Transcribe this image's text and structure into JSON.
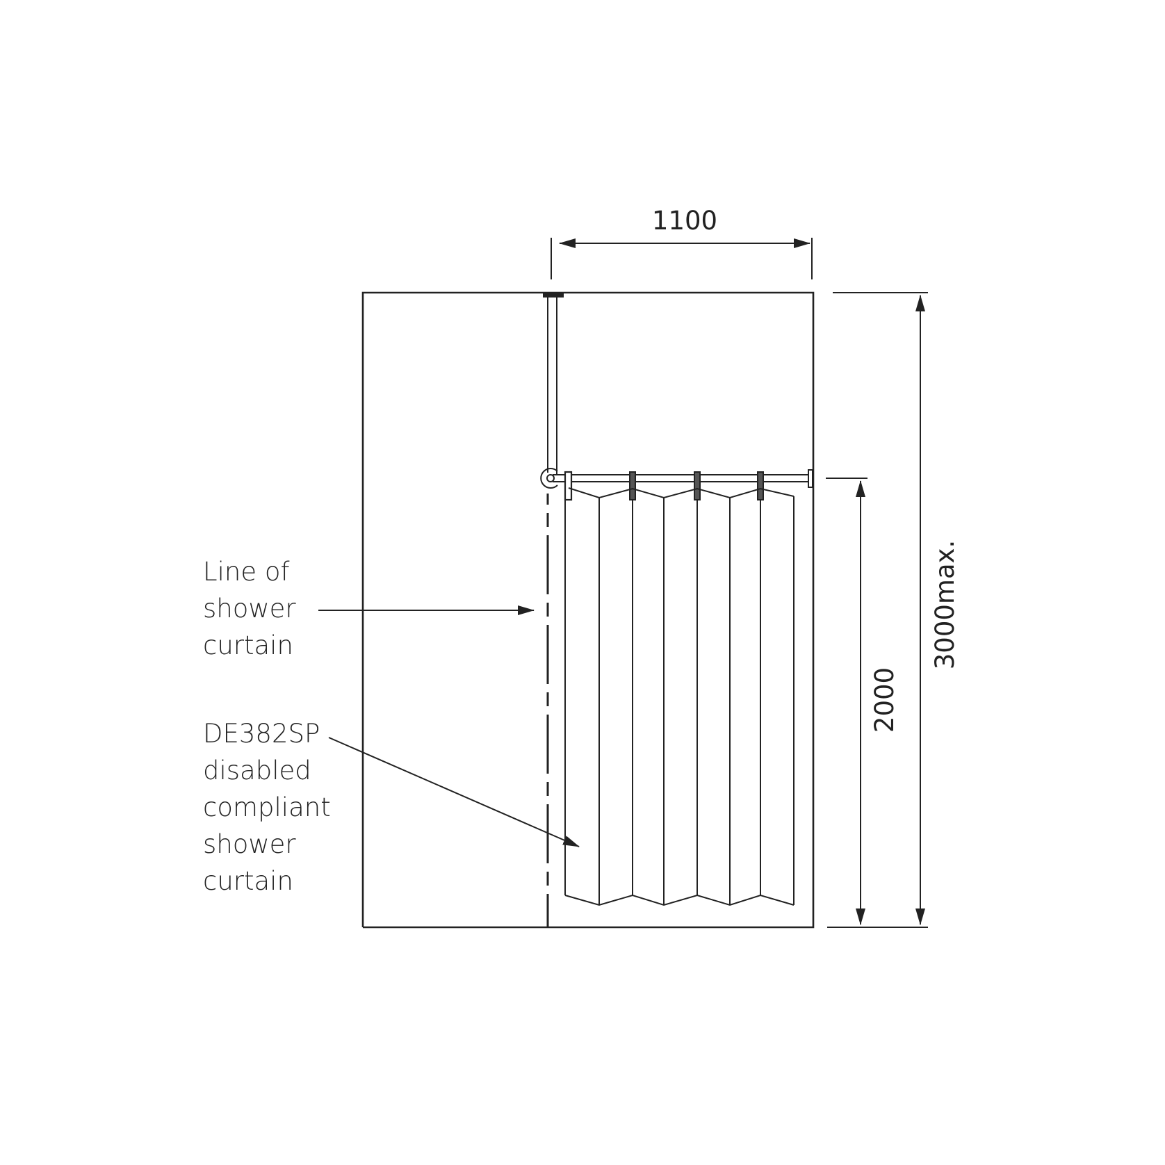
{
  "diagram": {
    "type": "elevation-drawing",
    "subject": "shower curtain rail installation",
    "dimensions": {
      "width": {
        "value": "1100",
        "orientation": "horizontal"
      },
      "curtain_height": {
        "value": "2000",
        "orientation": "vertical"
      },
      "ceiling_height": {
        "value": "3000max.",
        "orientation": "vertical"
      }
    },
    "annotations": [
      {
        "id": "curtain-line",
        "lines": [
          "Line of",
          "shower",
          "curtain"
        ]
      },
      {
        "id": "product",
        "lines": [
          "DE382SP",
          "disabled",
          "compliant",
          "shower",
          "curtain"
        ]
      }
    ],
    "colors": {
      "line": "#222222",
      "background": "#ffffff"
    }
  }
}
